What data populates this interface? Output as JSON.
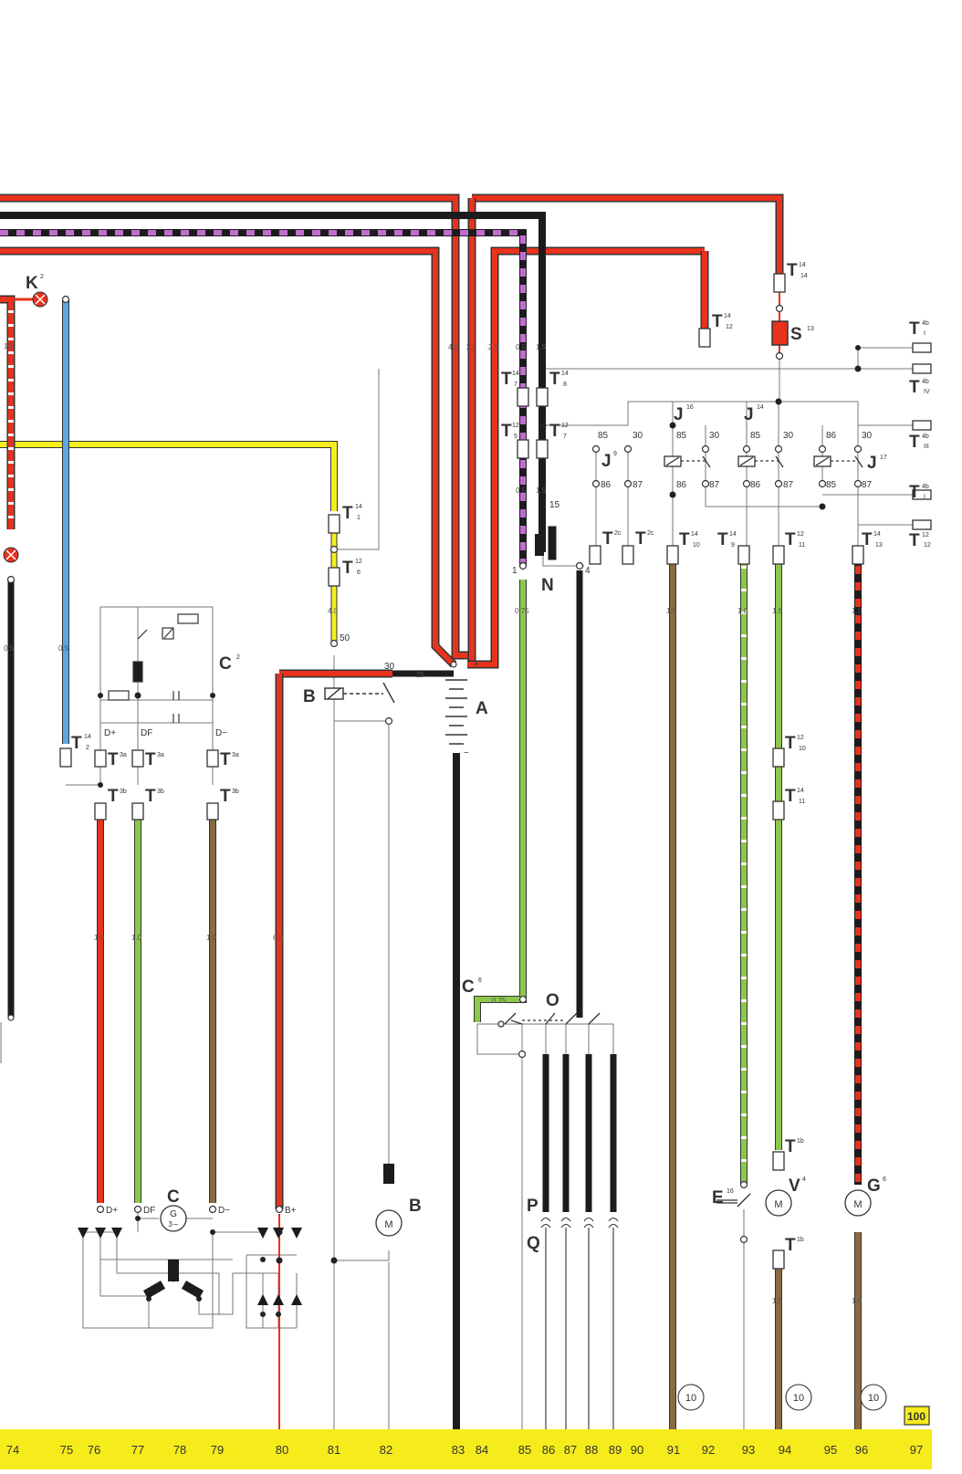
{
  "bottom_strip": {
    "columns": [
      "74",
      "75",
      "76",
      "77",
      "78",
      "79",
      "80",
      "81",
      "82",
      "83",
      "84",
      "85",
      "86",
      "87",
      "88",
      "89",
      "90",
      "91",
      "92",
      "93",
      "94",
      "95",
      "96",
      "97"
    ],
    "page_number": "100"
  },
  "components": {
    "K2": {
      "main": "K",
      "sup": "2"
    },
    "C2": {
      "main": "C",
      "sup": "2"
    },
    "C": {
      "main": "C"
    },
    "C6": {
      "main": "C",
      "sup": "6"
    },
    "B_relay": {
      "main": "B"
    },
    "B_motor": {
      "main": "B"
    },
    "A": {
      "main": "A"
    },
    "N": {
      "main": "N"
    },
    "O": {
      "main": "O"
    },
    "P": {
      "main": "P"
    },
    "Q": {
      "main": "Q"
    },
    "S13": {
      "main": "S",
      "sup": "13"
    },
    "J9": {
      "main": "J",
      "sup": "9"
    },
    "J16": {
      "main": "J",
      "sup": "16"
    },
    "J14": {
      "main": "J",
      "sup": "14"
    },
    "J17": {
      "main": "J",
      "sup": "17"
    },
    "E16": {
      "main": "E",
      "sup": "16"
    },
    "V4": {
      "main": "V",
      "sup": "4"
    },
    "G6": {
      "main": "G",
      "sup": "6"
    }
  },
  "connectors": {
    "T14_1": {
      "main": "T",
      "sup": "14",
      "sub": "1"
    },
    "T12_6": {
      "main": "T",
      "sup": "12",
      "sub": "6"
    },
    "T14_2": {
      "main": "T",
      "sup": "14",
      "sub": "2"
    },
    "T3a_1": {
      "main": "T",
      "sup": "3a"
    },
    "T3a_2": {
      "main": "T",
      "sup": "3a"
    },
    "T3a_3": {
      "main": "T",
      "sup": "3a"
    },
    "T3b_1": {
      "main": "T",
      "sup": "3b"
    },
    "T3b_2": {
      "main": "T",
      "sup": "3b"
    },
    "T3b_3": {
      "main": "T",
      "sup": "3b"
    },
    "T14_7": {
      "main": "T",
      "sup": "14",
      "sub": "7"
    },
    "T14_8": {
      "main": "T",
      "sup": "14",
      "sub": "8"
    },
    "T12_5": {
      "main": "T",
      "sup": "12",
      "sub": "5"
    },
    "T12_7": {
      "main": "T",
      "sup": "12",
      "sub": "7"
    },
    "T14_12": {
      "main": "T",
      "sup": "14",
      "sub": "12"
    },
    "T14_14": {
      "main": "T",
      "sup": "14",
      "sub": "14"
    },
    "T2c_1": {
      "main": "T",
      "sup": "2c"
    },
    "T2c_2": {
      "main": "T",
      "sup": "2c"
    },
    "T14_10": {
      "main": "T",
      "sup": "14",
      "sub": "10"
    },
    "T14_9": {
      "main": "T",
      "sup": "14",
      "sub": "9"
    },
    "T12_11": {
      "main": "T",
      "sup": "12",
      "sub": "11"
    },
    "T14_13": {
      "main": "T",
      "sup": "14",
      "sub": "13"
    },
    "T12_10": {
      "main": "T",
      "sup": "12",
      "sub": "10"
    },
    "T14_11": {
      "main": "T",
      "sup": "14",
      "sub": "11"
    },
    "T1b_1": {
      "main": "T",
      "sup": "1b"
    },
    "T1b_2": {
      "main": "T",
      "sup": "1b"
    },
    "T4b_I": {
      "main": "T",
      "sup": "4b",
      "sub": "I"
    },
    "T4b_IV": {
      "main": "T",
      "sup": "4b",
      "sub": "IV"
    },
    "T4b_III": {
      "main": "T",
      "sup": "4b",
      "sub": "III"
    },
    "T4b_I2": {
      "main": "T",
      "sup": "4b",
      "sub": "I"
    },
    "T12_12": {
      "main": "T",
      "sup": "12",
      "sub": "12"
    }
  },
  "pins": {
    "r_85a": "85",
    "r_30a": "30",
    "r_86a": "86",
    "r_87a": "87",
    "r_85b": "85",
    "r_30b": "30",
    "r_86b": "86",
    "r_87b": "87",
    "r_85c": "85",
    "r_30c": "30",
    "r_86c": "86",
    "r_87c": "87",
    "r_86d": "86",
    "r_30d": "30",
    "r_85d": "85",
    "r_87d": "87",
    "b_50": "50",
    "b_30": "30",
    "bat_plus": "+",
    "bat_minus": "−",
    "n_1": "1",
    "n_4": "4",
    "n_15": "15",
    "c2_dplus": "D+",
    "c2_df": "DF",
    "c2_dminus": "D−",
    "c_dplus": "D+",
    "c_df": "DF",
    "c_dminus": "D−",
    "c_bplus": "B+",
    "gen_g": "G",
    "gen_phase": "3∼",
    "motor_m1": "M",
    "motor_m2": "M",
    "motor_m3": "M"
  },
  "wire_gauges": {
    "w83": "4.0",
    "w84a": "2.5",
    "w84b": "2.5",
    "w85": "0.5",
    "w86": "1.5",
    "w85b": "0.5",
    "w86b": "1.5",
    "w85c": "0.75",
    "w74a": "1.0",
    "w74b": "0.5",
    "w75": "0.5",
    "w76": "1.0",
    "w77": "1.0",
    "w79": "1.0",
    "w80": "6.0",
    "w81": "4.0",
    "w91": "1.5",
    "w93": "1.0",
    "w94": "1.5",
    "w96": "1.0",
    "w94b": "1.5",
    "w96b": "1.0",
    "bat_25": "25",
    "c6_075": "0.75"
  },
  "refs": {
    "r91": "10",
    "r94": "10",
    "r96": "10"
  },
  "wire_colors": {
    "red": "#e8321e",
    "black": "#1c1c1e",
    "violet": "#c26bd1",
    "yellow": "#f5ef1e",
    "blue": "#5aa9e6",
    "green": "#8cc84b",
    "brown": "#8a6a3e",
    "white": "#ffffff",
    "thin": "#777777",
    "strip": "#f6ec1c"
  }
}
